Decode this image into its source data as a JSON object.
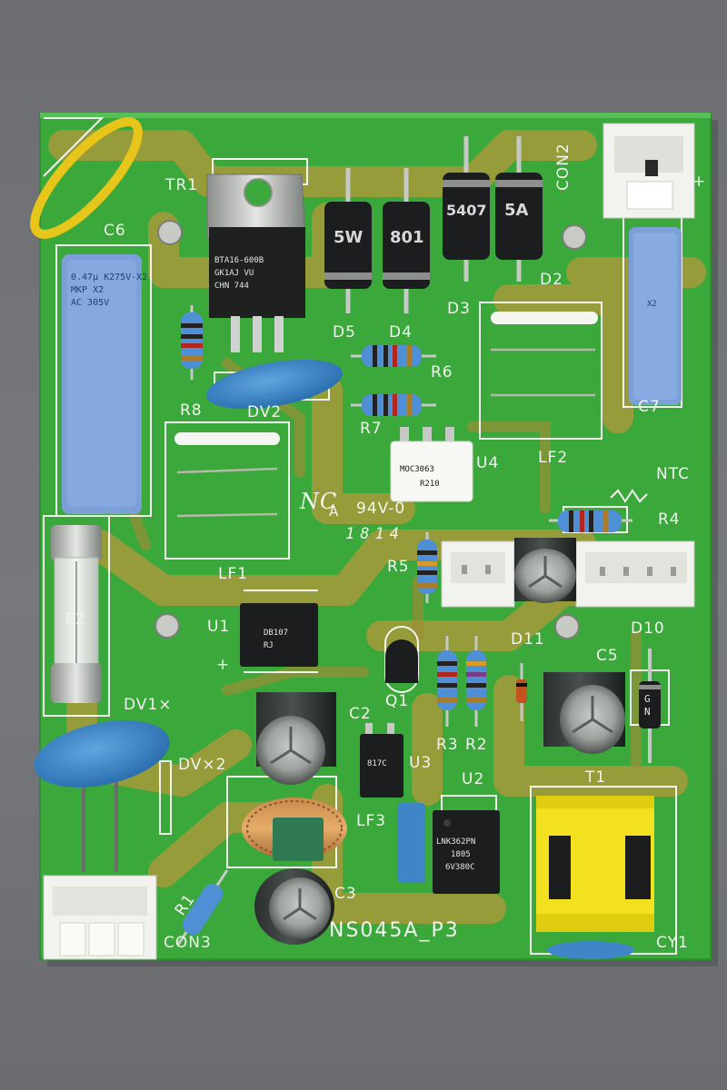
{
  "board": {
    "name": "NS045A_P3",
    "ul_rating": "94V-0",
    "maker_mark": "NC",
    "maker_sub": "A",
    "date_code": "1814"
  },
  "silkscreen": {
    "tr1": "TR1",
    "c6": "C6",
    "con2": "CON2",
    "d2": "D2",
    "d3": "D3",
    "d4": "D4",
    "d5": "D5",
    "r6": "R6",
    "r7": "R7",
    "r8": "R8",
    "dv2": "DV2",
    "c7": "C7",
    "u4": "U4",
    "lf2": "LF2",
    "ntc": "NTC",
    "lf1": "LF1",
    "r4": "R4",
    "r5": "R5",
    "u1": "U1",
    "d11": "D11",
    "d10": "D10",
    "c5": "C5",
    "dv1": "DV1×",
    "q1": "Q1",
    "r3": "R3",
    "r2": "R2",
    "c2": "C2",
    "u3": "U3",
    "u2": "U2",
    "t1": "T1",
    "dvx2": "DV×2",
    "lf3": "LF3",
    "c3": "C3",
    "r1": "R1",
    "con3": "CON3",
    "cy1": "CY1",
    "f2": "F2",
    "plus1": "+",
    "plus2": "+"
  },
  "component_markings": {
    "tr1": [
      "BTA16-600B",
      "GK1AJ  VU",
      "CHN   744"
    ],
    "diode_a": "5W",
    "diode_b": "801",
    "diode_c": "5407",
    "diode_d": "5A",
    "u1": [
      "DB107",
      "RJ"
    ],
    "u4": [
      "MOC3063",
      "R210"
    ],
    "u2": [
      "LNK362PN",
      "1805",
      "6V380C"
    ],
    "u3": "817C",
    "c6": [
      "0.47µ K275V-X2",
      "MKP X2",
      "AC 305V"
    ],
    "c7": "X2",
    "d10": [
      "G",
      "N"
    ]
  },
  "colors": {
    "pcb": "#3aa83a",
    "silkscreen": "#f2f4ee",
    "copper_trace": "#a89a3c",
    "background": "#707276",
    "x2_capacitor": "#7d9fd8",
    "varistor": "#3f86c8",
    "connector": "#f2f2ee",
    "transformer_bobbin": "#f3e01e"
  }
}
